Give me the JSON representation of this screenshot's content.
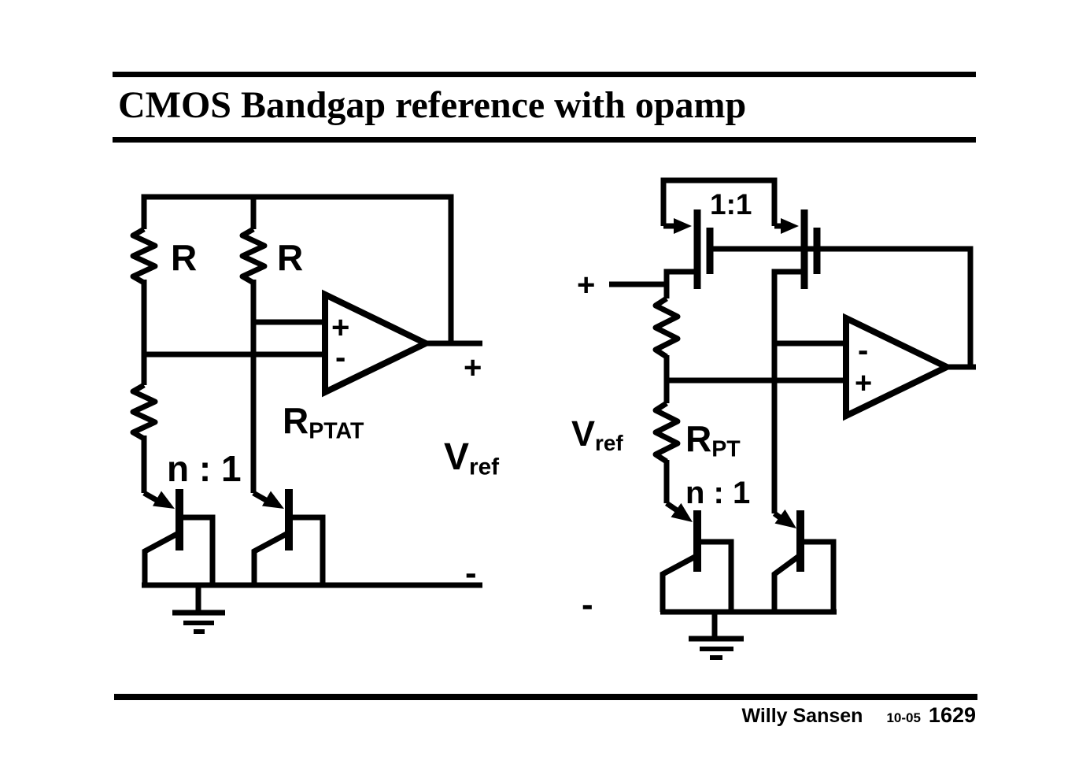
{
  "title": "CMOS Bandgap reference with opamp",
  "footer": {
    "author": "Willy Sansen",
    "date": "10-05",
    "page": "1629"
  },
  "left_circuit": {
    "resistor_left": "R",
    "resistor_mid": "R",
    "opamp_plus": "+",
    "opamp_minus": "-",
    "rptat": {
      "base": "R",
      "sub": "PTAT"
    },
    "bjt_ratio": "n : 1",
    "vref": {
      "base": "V",
      "sub": "ref"
    },
    "output_plus": "+",
    "output_minus": "-"
  },
  "right_circuit": {
    "mirror_ratio": "1:1",
    "term_plus": "+",
    "opamp_minus": "-",
    "opamp_plus": "+",
    "vref": {
      "base": "V",
      "sub": "ref"
    },
    "rpt": {
      "base": "R",
      "sub": "PT"
    },
    "bjt_ratio": "n : 1",
    "term_minus": "-"
  }
}
